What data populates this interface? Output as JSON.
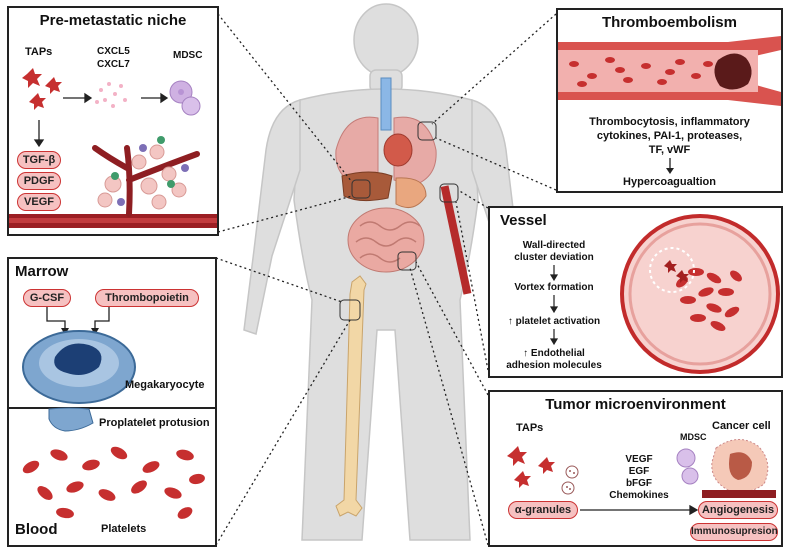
{
  "colors": {
    "accent_red": "#c22b2b",
    "pill_fill": "#f6c1c1",
    "platelet": "#c62f2f",
    "mdsc": "#c9a9de",
    "bone_marrow_blue": "#4d7fb0",
    "body_gray": "#dcdcdc"
  },
  "pre_metastatic": {
    "title": "Pre-metastatic niche",
    "taps": "TAPs",
    "cxcl5": "CXCL5",
    "cxcl7": "CXCL7",
    "mdsc": "MDSC",
    "factors": [
      "TGF-β",
      "PDGF",
      "VEGF"
    ]
  },
  "thromboembolism": {
    "title": "Thromboembolism",
    "causes_line1": "Thrombocytosis, inflammatory",
    "causes_line2": "cytokines, PAI-1, proteases,",
    "causes_line3": "TF, vWF",
    "result": "Hypercoagualtion"
  },
  "marrow": {
    "title": "Marrow",
    "gcsf": "G-CSF",
    "thrombopoietin": "Thrombopoietin",
    "megakaryocyte": "Megakaryocyte",
    "proplatelet": "Proplatelet protusion"
  },
  "blood": {
    "title": "Blood",
    "platelets": "Platelets"
  },
  "vessel": {
    "title": "Vessel",
    "step1_line1": "Wall-directed",
    "step1_line2": "cluster deviation",
    "step2": "Vortex formation",
    "step3": "↑ platelet activation",
    "step4_line1": "↑  Endothelial",
    "step4_line2": "adhesion molecules"
  },
  "tme": {
    "title": "Tumor microenvironment",
    "taps": "TAPs",
    "mdsc": "MDSC",
    "cancer_cell": "Cancer cell",
    "factors": [
      "VEGF",
      "EGF",
      "bFGF",
      "Chemokines"
    ],
    "alpha_granules": "α-granules",
    "angiogenesis": "Angiogenesis",
    "immunosuppresion": "Immunosupresion"
  }
}
